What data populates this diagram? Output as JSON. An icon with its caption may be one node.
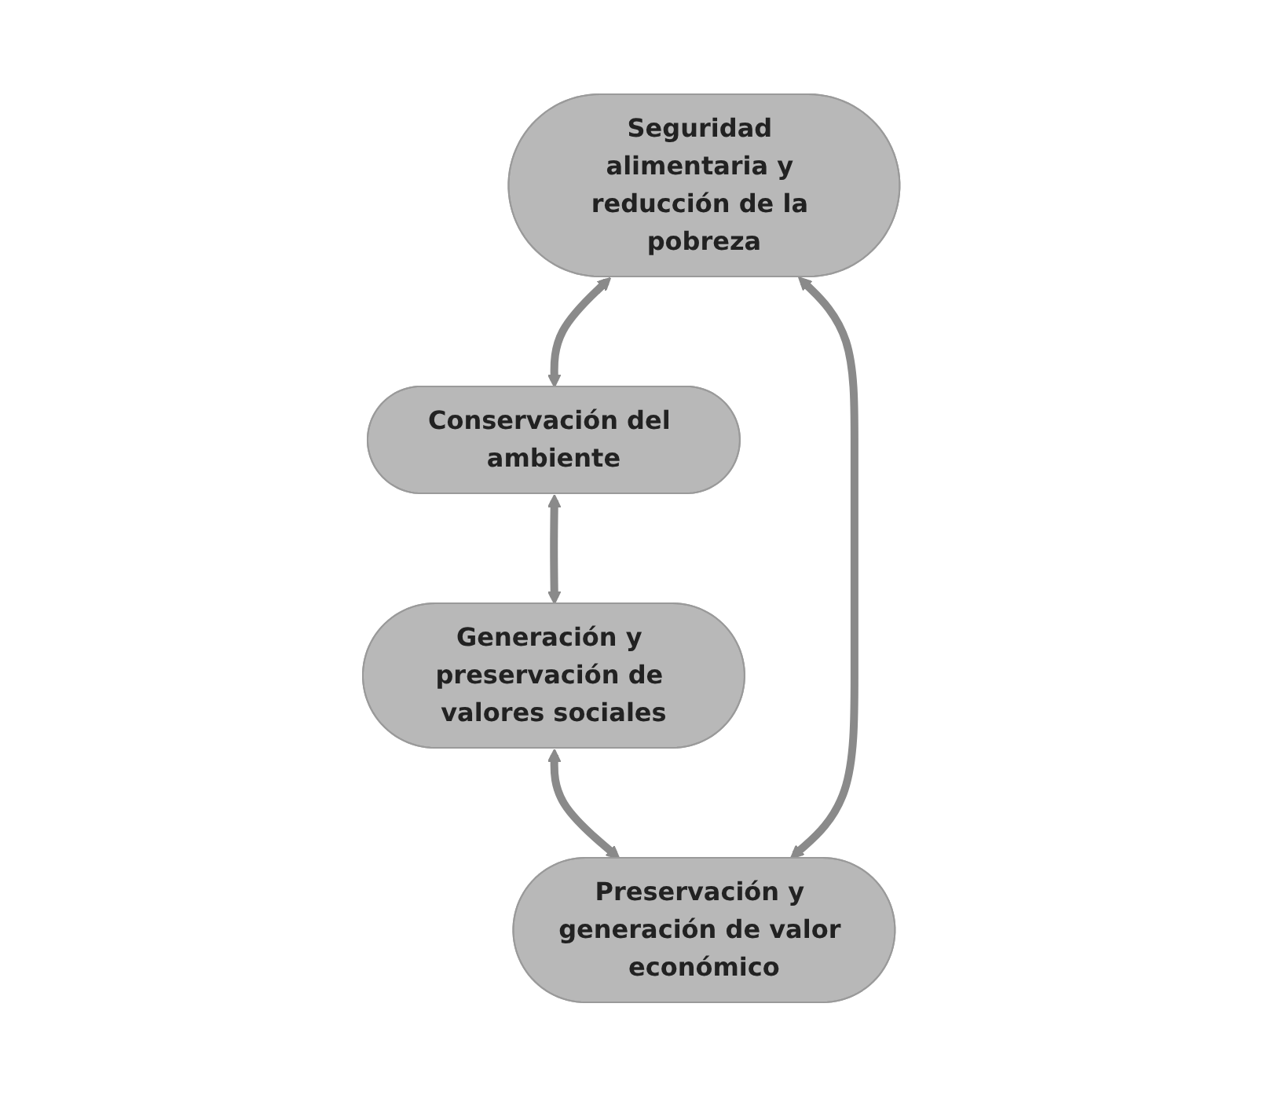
{
  "diagram": {
    "nodes": [
      {
        "text": [
          "Seguridad alimentaria y reducción de la pobreza"
        ]
      },
      {
        "text": [
          "Preservación y generación de valor económico"
        ]
      },
      {
        "text": [
          "Conservación del ambiente"
        ]
      },
      {
        "text": [
          "Generación y preservación de valores sociales"
        ]
      }
    ],
    "edges": [
      {
        "from": 1,
        "to": 0,
        "arrow": "both"
      },
      {
        "from": 0,
        "to": 2,
        "arrow": "both"
      },
      {
        "from": 2,
        "to": 3,
        "arrow": "both"
      },
      {
        "from": 3,
        "to": 1,
        "arrow": "both"
      }
    ]
  }
}
